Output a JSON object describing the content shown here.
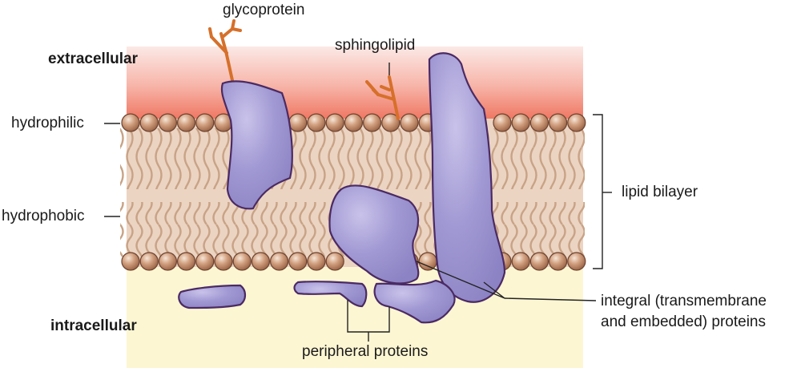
{
  "labels": {
    "glycoprotein": "glycoprotein",
    "sphingolipid": "sphingolipid",
    "extracellular": "extracellular",
    "intracellular": "intracellular",
    "hydrophilic": "hydrophilic",
    "hydrophobic": "hydrophobic",
    "lipid_bilayer": "lipid bilayer",
    "integral_line1": "integral (transmembrane",
    "integral_line2": "and embedded) proteins",
    "peripheral": "peripheral proteins"
  },
  "colors": {
    "extracellular_top": "#fbe8e6",
    "extracellular_bottom": "#f07a68",
    "intracellular": "#fdf6d2",
    "tail_region": "#ecd2c0",
    "tail_stroke": "#c9a488",
    "head_fill": "#c58d6a",
    "head_highlight": "#f3e1d2",
    "head_stroke": "#6d4330",
    "protein_fill": "#9c94cf",
    "protein_stroke": "#4b2a63",
    "sugar_chain": "#d6702a"
  }
}
